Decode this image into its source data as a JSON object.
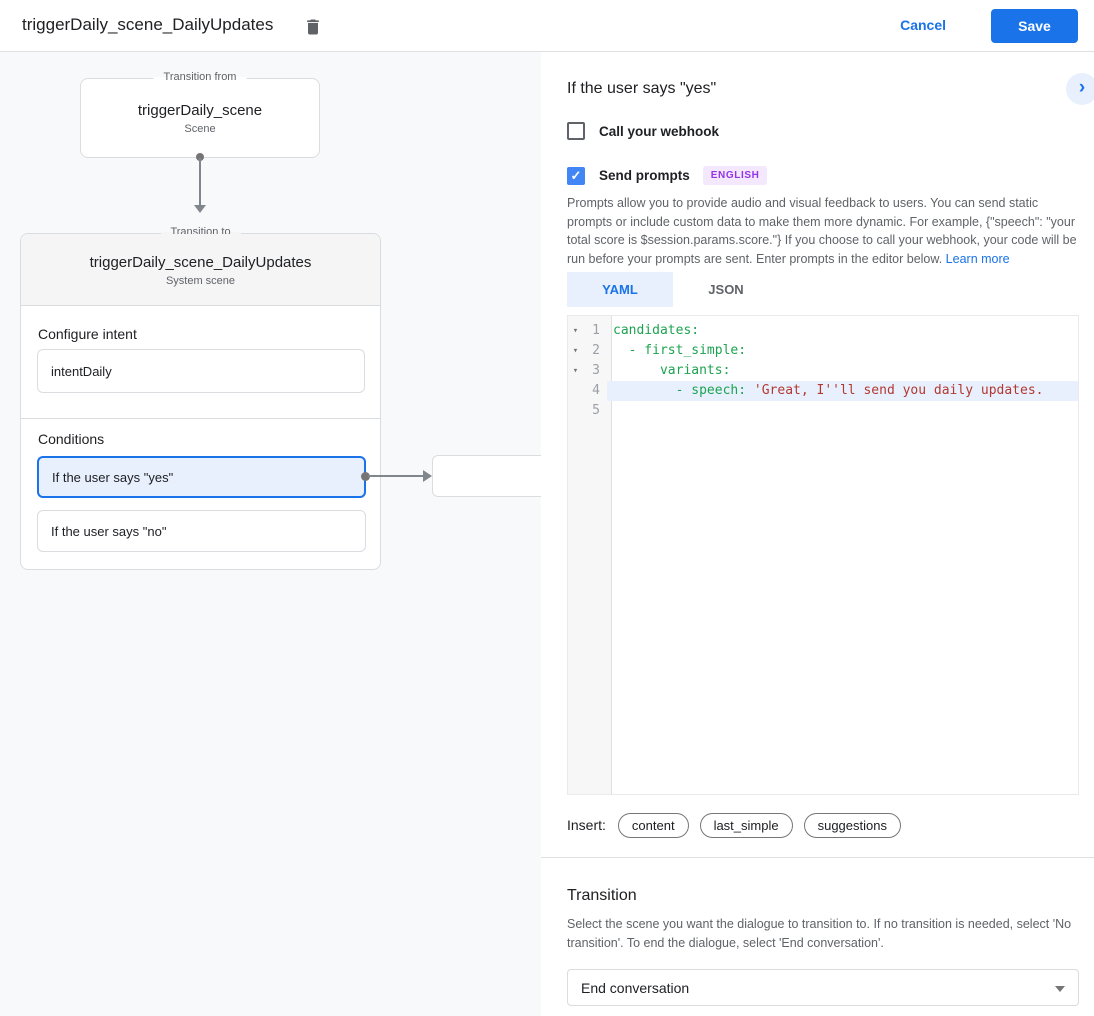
{
  "header": {
    "title": "triggerDaily_scene_DailyUpdates",
    "cancel_label": "Cancel",
    "save_label": "Save"
  },
  "flow": {
    "from_box": {
      "legend": "Transition from",
      "title": "triggerDaily_scene",
      "subtitle": "Scene"
    },
    "to_box": {
      "legend": "Transition to",
      "title": "triggerDaily_scene_DailyUpdates",
      "subtitle": "System scene",
      "configure_intent_heading": "Configure intent",
      "intent_value": "intentDaily",
      "conditions_heading": "Conditions",
      "conditions": [
        {
          "label": "If the user says \"yes\"",
          "selected": true
        },
        {
          "label": "If the user says \"no\"",
          "selected": false
        }
      ]
    }
  },
  "detail_panel": {
    "title": "If the user says \"yes\"",
    "collapse_icon": "›",
    "webhook": {
      "label": "Call your webhook",
      "checked": false
    },
    "send_prompts": {
      "label": "Send prompts",
      "checked": true,
      "check_glyph": "✓",
      "badge": "ENGLISH"
    },
    "description": "Prompts allow you to provide audio and visual feedback to users. You can send static prompts or include custom data to make them more dynamic. For example, {\"speech\": \"your total score is $session.params.score.\"} If you choose to call your webhook, your code will be run before your prompts are sent. Enter prompts in the editor below. ",
    "learn_more": "Learn more",
    "tabs": [
      {
        "label": "YAML",
        "active": true
      },
      {
        "label": "JSON",
        "active": false
      }
    ],
    "editor": {
      "fold_glyph": "▾",
      "lines": [
        {
          "num": "1",
          "fold": true,
          "highlight": false,
          "code": [
            {
              "text": "candidates:",
              "style": "key"
            }
          ]
        },
        {
          "num": "2",
          "fold": true,
          "highlight": false,
          "code": [
            {
              "text": "  - first_simple:",
              "style": "key"
            }
          ]
        },
        {
          "num": "3",
          "fold": true,
          "highlight": false,
          "code": [
            {
              "text": "      variants:",
              "style": "key"
            }
          ]
        },
        {
          "num": "4",
          "fold": false,
          "highlight": true,
          "code": [
            {
              "text": "        - speech: ",
              "style": "key"
            },
            {
              "text": "'Great, I''ll send you daily updates.",
              "style": "string"
            }
          ]
        },
        {
          "num": "5",
          "fold": false,
          "highlight": false,
          "code": []
        }
      ]
    },
    "insert": {
      "label": "Insert:",
      "chips": [
        "content",
        "last_simple",
        "suggestions"
      ]
    },
    "transition": {
      "heading": "Transition",
      "description": "Select the scene you want the dialogue to transition to. If no transition is needed, select 'No transition'. To end the dialogue, select 'End conversation'.",
      "selected_value": "End conversation"
    }
  },
  "colors": {
    "accent_blue": "#1a73e8",
    "checkbox_blue": "#4285f4",
    "selected_condition_bg": "#e8f0fe",
    "badge_purple": "#9334e6",
    "badge_bg": "#f3e8fd",
    "yaml_key_green": "#1da350",
    "yaml_string_red": "#b3382f"
  }
}
